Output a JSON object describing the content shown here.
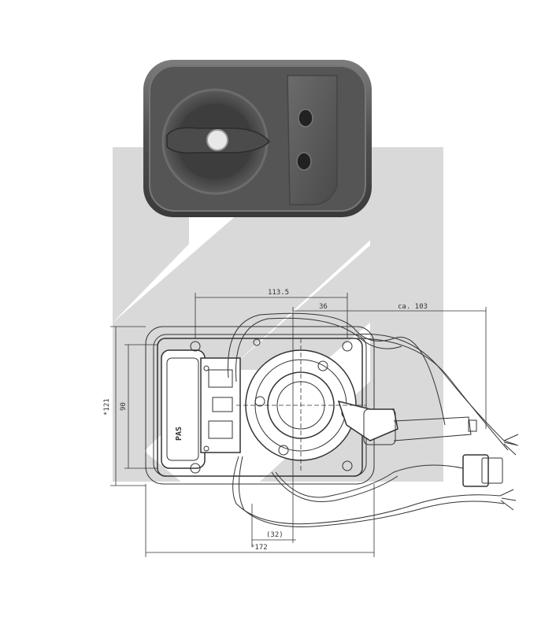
{
  "drawing": {
    "dimensions": {
      "width_top": "113.5",
      "offset_36": "36",
      "cable_length": "ca. 103",
      "height_outer": "*121",
      "height_inner": "90",
      "bottom_offset": "(32)",
      "width_bottom": "*172"
    },
    "label_on_panel": "PAS"
  },
  "colors": {
    "housing_dark": "#5a5a5a",
    "housing_light": "#8a8a8a",
    "watermark": "#d9d9d9",
    "line": "#333333"
  }
}
